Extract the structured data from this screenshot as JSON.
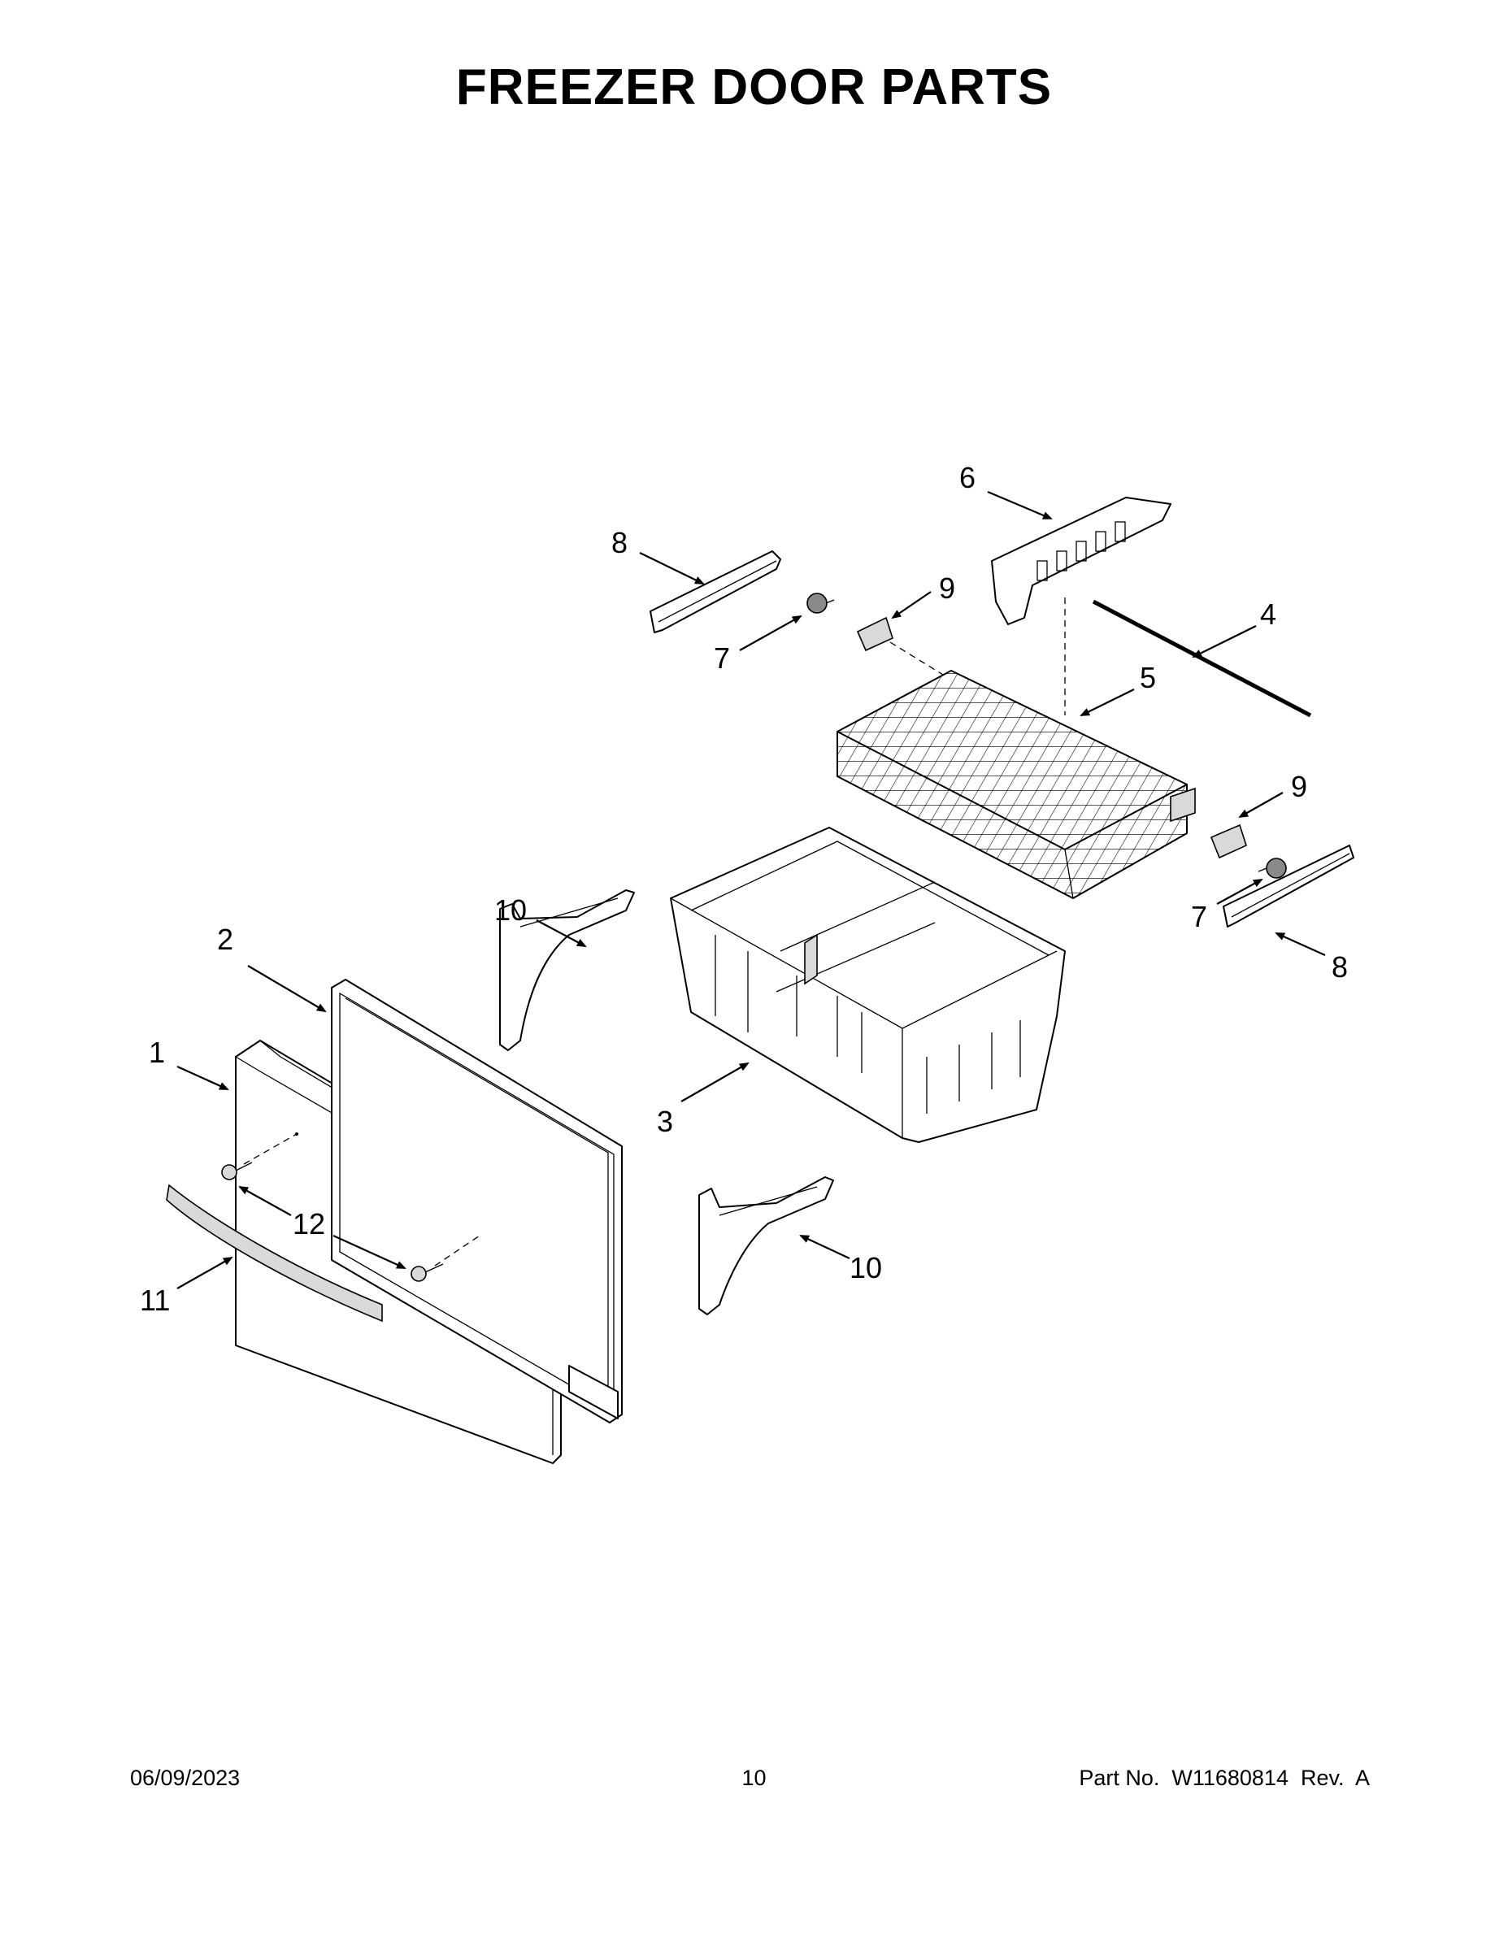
{
  "page": {
    "title": "FREEZER DOOR PARTS",
    "footer": {
      "date": "06/09/2023",
      "page_number": "10",
      "part_number": "Part No.  W11680814  Rev.  A"
    }
  },
  "callouts": {
    "c1": "1",
    "c2": "2",
    "c3": "3",
    "c4": "4",
    "c5": "5",
    "c6": "6",
    "c7a": "7",
    "c7b": "7",
    "c8a": "8",
    "c8b": "8",
    "c9a": "9",
    "c9b": "9",
    "c10a": "10",
    "c10b": "10",
    "c11": "11",
    "c12": "12"
  }
}
